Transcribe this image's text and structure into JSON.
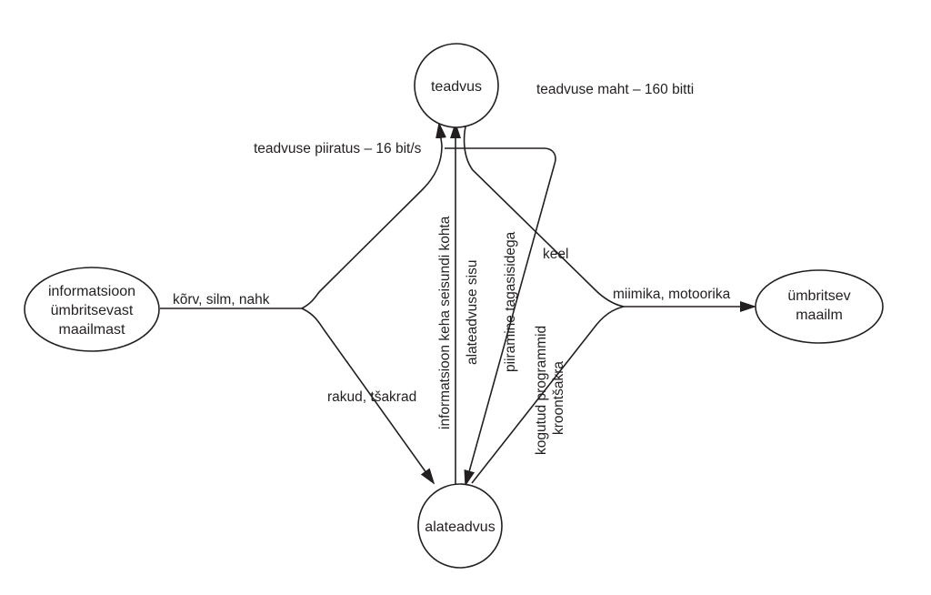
{
  "nodes": {
    "teadvus": "teadvus",
    "alateadvus": "alateadvus",
    "info_env": [
      "informatsioon",
      "ümbritsevast",
      "maailmast"
    ],
    "world": [
      "ümbritsev",
      "maailm"
    ]
  },
  "labels": {
    "capacity": "teadvuse maht – 160 bitti",
    "limit": "teadvuse piiratus – 16 bit/s",
    "senses": "kõrv, silm, nahk",
    "cells": "rakud, tšakrad",
    "body_info": "informatsioon keha seisundi kohta",
    "sub_content": "alateadvuse sisu",
    "feedback": "piiramine tagasisidega",
    "language": "keel",
    "mimic": "miimika, motoorika",
    "programs": [
      "kogutud programmid",
      "kroontšakra"
    ]
  },
  "colors": {
    "ink": "#231f20",
    "background": "#ffffff"
  }
}
